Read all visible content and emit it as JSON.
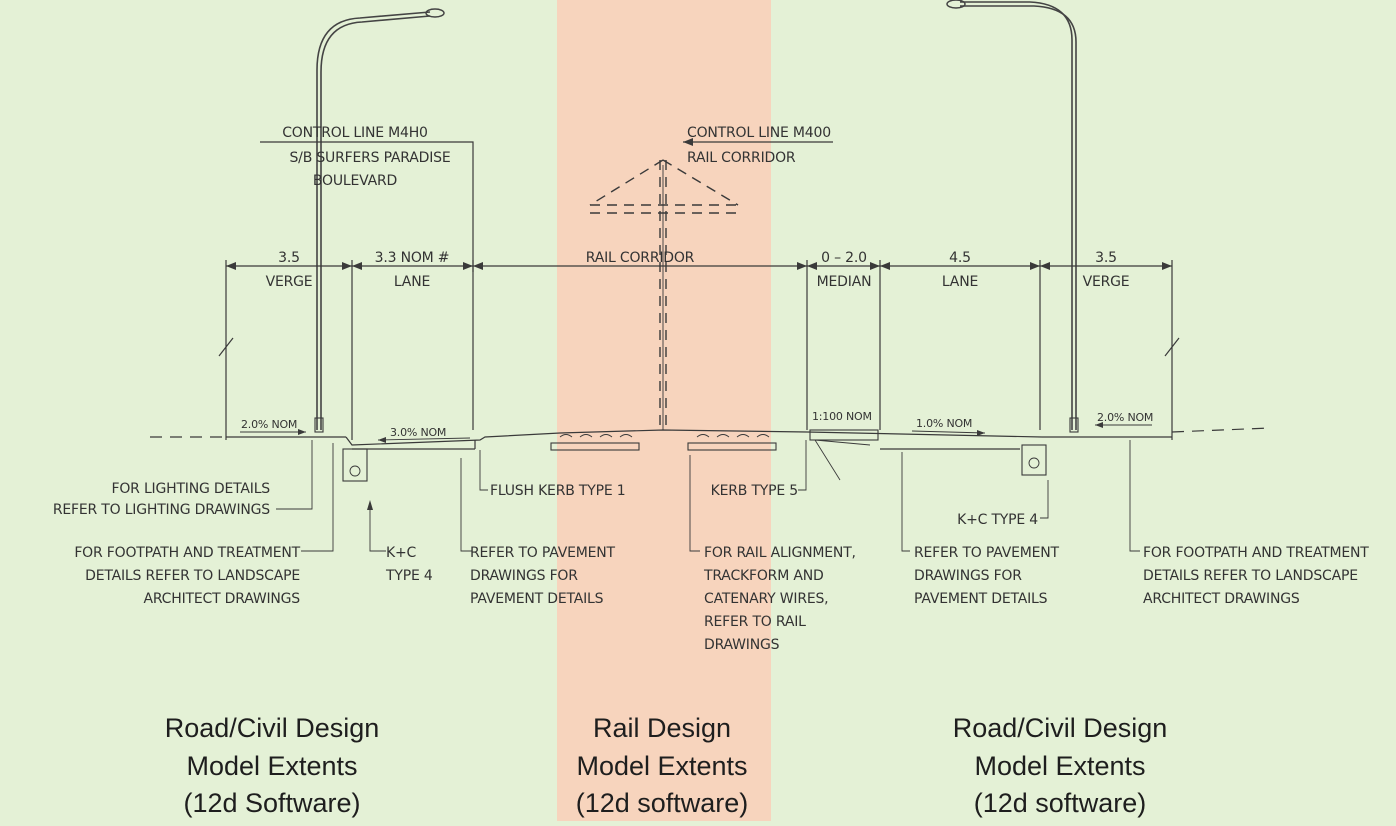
{
  "colors": {
    "road_zone": "#e4f1d6",
    "rail_zone": "#f7d4bd",
    "line": "#3a3a3a",
    "text": "#333333",
    "caption": "#1e1e1e"
  },
  "control_lines": {
    "left": [
      "CONTROL LINE M4H0",
      "S/B SURFERS PARADISE",
      "BOULEVARD"
    ],
    "right": [
      "CONTROL LINE M400",
      "RAIL CORRIDOR"
    ]
  },
  "dimensions": [
    {
      "value": "3.5",
      "label": "VERGE"
    },
    {
      "value": "3.3 NOM #",
      "label": "LANE"
    },
    {
      "value": "",
      "label": "RAIL CORRIDOR"
    },
    {
      "value": "0 – 2.0",
      "label": "MEDIAN"
    },
    {
      "value": "4.5",
      "label": "LANE"
    },
    {
      "value": "3.5",
      "label": "VERGE"
    }
  ],
  "slopes": [
    "2.0% NOM",
    "3.0% NOM",
    "1:100 NOM",
    "1.0% NOM",
    "2.0% NOM"
  ],
  "notes": {
    "lighting": [
      "FOR LIGHTING DETAILS",
      "REFER TO LIGHTING DRAWINGS"
    ],
    "footpath_left": [
      "FOR FOOTPATH AND TREATMENT",
      "DETAILS REFER TO LANDSCAPE",
      "ARCHITECT DRAWINGS"
    ],
    "kc_left": [
      "K+C",
      "TYPE 4"
    ],
    "pavement_left": [
      "REFER TO PAVEMENT",
      "DRAWINGS FOR",
      "PAVEMENT DETAILS"
    ],
    "flush_kerb": "FLUSH KERB TYPE 1",
    "kerb5": "KERB TYPE 5",
    "rail_alignment": [
      "FOR RAIL ALIGNMENT,",
      "TRACKFORM AND",
      "CATENARY WIRES,",
      "REFER TO RAIL",
      "DRAWINGS"
    ],
    "kc_right": "K+C TYPE 4",
    "pavement_right": [
      "REFER TO PAVEMENT",
      "DRAWINGS FOR",
      "PAVEMENT DETAILS"
    ],
    "footpath_right": [
      "FOR FOOTPATH AND TREATMENT",
      "DETAILS REFER TO LANDSCAPE",
      "ARCHITECT DRAWINGS"
    ]
  },
  "captions": {
    "left": [
      "Road/Civil Design",
      "Model Extents",
      "(12d Software)"
    ],
    "center": [
      "Rail Design",
      "Model Extents",
      "(12d software)"
    ],
    "right": [
      "Road/Civil Design",
      "Model Extents",
      "(12d software)"
    ]
  }
}
